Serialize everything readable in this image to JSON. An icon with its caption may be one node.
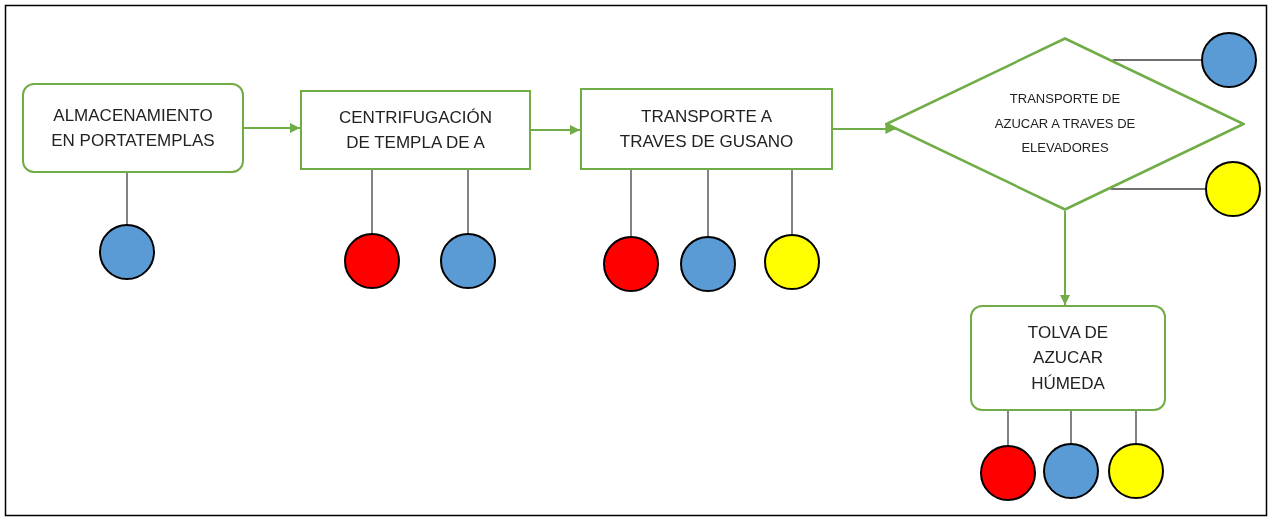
{
  "diagram": {
    "nodes": [
      {
        "text": [
          "ALMACENAMIENTO EN PORTATEMPLAS"
        ]
      },
      {
        "text": [
          "CENTRIFUGACIÓN DE TEMPLA DE A"
        ]
      },
      {
        "text": [
          "TRANSPORTE A TRAVES DE GUSANO"
        ]
      },
      {
        "text": [
          "TRANSPORTE DE AZUCAR A TRAVES DE ELEVADORES"
        ]
      },
      {
        "text": [
          "TOLVA DE AZUCAR HÚMEDA"
        ]
      },
      {
        "text": [],
        "shape": "circle"
      },
      {
        "text": [],
        "shape": "circle"
      },
      {
        "text": [],
        "shape": "circle"
      },
      {
        "text": [],
        "shape": "circle"
      },
      {
        "text": [],
        "shape": "circle"
      },
      {
        "text": [],
        "shape": "circle"
      },
      {
        "text": [],
        "shape": "circle"
      },
      {
        "text": [],
        "shape": "circle"
      },
      {
        "text": [],
        "shape": "circle"
      },
      {
        "text": [],
        "shape": "circle"
      },
      {
        "text": [],
        "shape": "circle"
      }
    ],
    "edges": [
      {
        "from": 0,
        "to": 1,
        "arrow": "to",
        "color": "#70ad47"
      },
      {
        "from": 1,
        "to": 2,
        "arrow": "to",
        "color": "#70ad47"
      },
      {
        "from": 2,
        "to": 3,
        "arrow": "to",
        "color": "#70ad47"
      },
      {
        "from": 3,
        "to": 4,
        "arrow": "to",
        "color": "#70ad47"
      },
      {
        "from": 0,
        "to": 5,
        "arrow": "none"
      },
      {
        "from": 1,
        "to": 6,
        "arrow": "none"
      },
      {
        "from": 1,
        "to": 7,
        "arrow": "none"
      },
      {
        "from": 2,
        "to": 8,
        "arrow": "none"
      },
      {
        "from": 2,
        "to": 9,
        "arrow": "none"
      },
      {
        "from": 2,
        "to": 10,
        "arrow": "none"
      },
      {
        "from": 3,
        "to": 11,
        "arrow": "none"
      },
      {
        "from": 3,
        "to": 12,
        "arrow": "none"
      },
      {
        "from": 4,
        "to": 13,
        "arrow": "none"
      },
      {
        "from": 4,
        "to": 14,
        "arrow": "none"
      },
      {
        "from": 4,
        "to": 15,
        "arrow": "none"
      }
    ]
  }
}
